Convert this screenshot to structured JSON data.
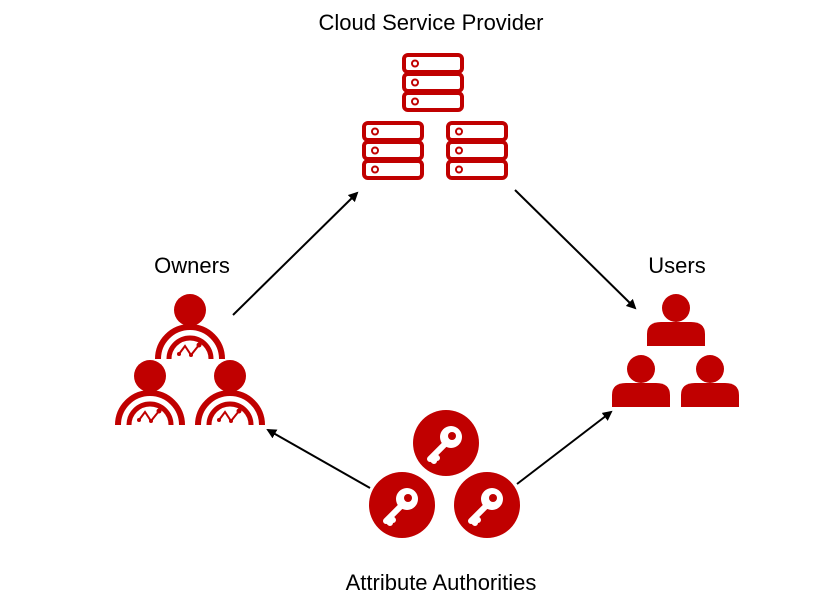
{
  "labels": {
    "cloud": "Cloud Service Provider",
    "owners": "Owners",
    "users": "Users",
    "authorities": "Attribute Authorities"
  },
  "icons": {
    "cloud": "server-stack-icon",
    "owners": "data-owner-group-icon",
    "users": "user-group-icon",
    "authorities": "key-circle-icon"
  },
  "colors": {
    "accent": "#c00000",
    "arrow": "#000000"
  }
}
